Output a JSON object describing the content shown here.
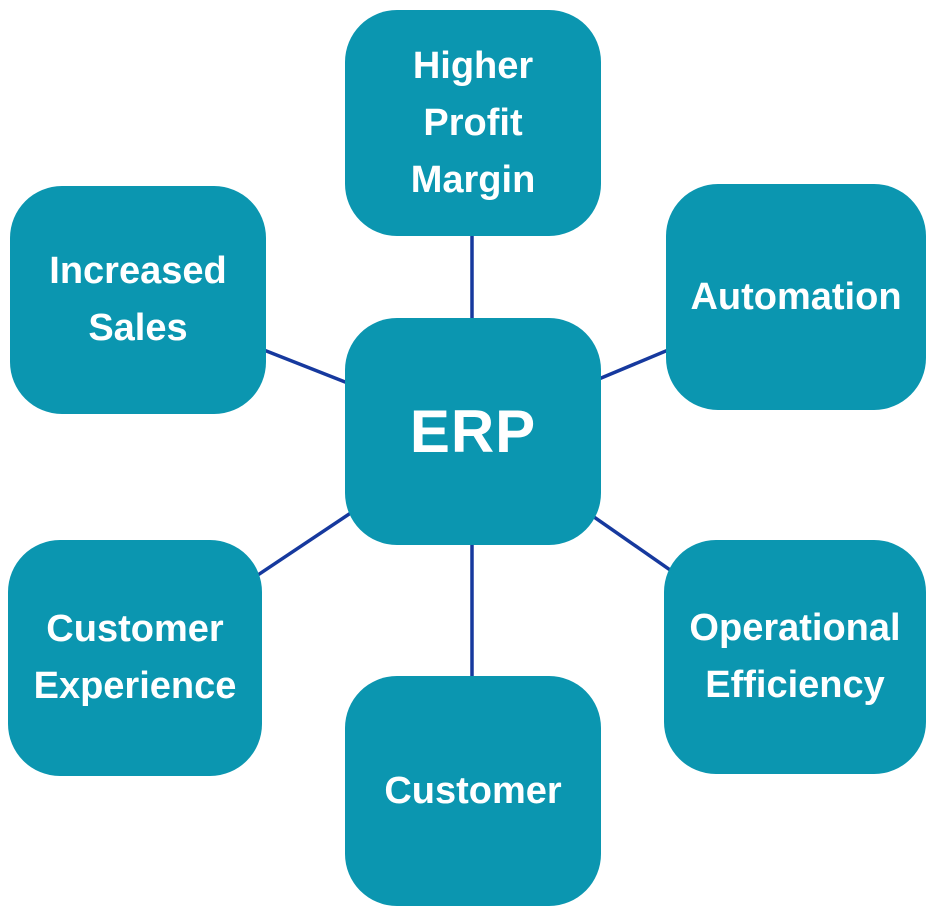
{
  "colors": {
    "node-fill": "#0B96B0",
    "connector": "#16399E",
    "label-color": "#FFFFFF",
    "bg": "#FFFFFF"
  },
  "diagram": {
    "center": {
      "label": "ERP"
    },
    "nodes": [
      {
        "id": "higher-profit-margin",
        "label": [
          "Higher",
          "Profit",
          "Margin"
        ]
      },
      {
        "id": "increased-sales",
        "label": [
          "Increased",
          "Sales"
        ]
      },
      {
        "id": "automation",
        "label": [
          "Automation"
        ]
      },
      {
        "id": "customer-experience",
        "label": [
          "Customer",
          "Experience"
        ]
      },
      {
        "id": "operational-efficiency",
        "label": [
          "Operational",
          "Efficiency"
        ]
      },
      {
        "id": "customer",
        "label": [
          "Customer"
        ]
      }
    ]
  }
}
